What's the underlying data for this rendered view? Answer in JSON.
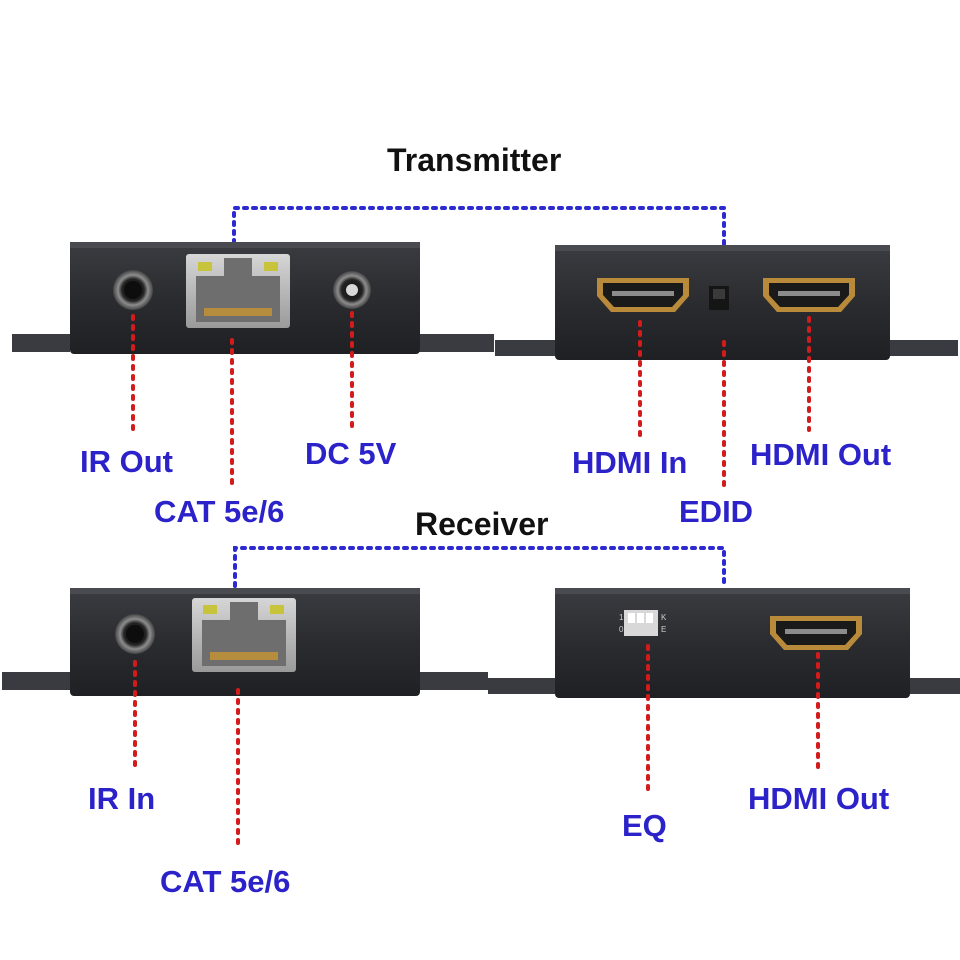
{
  "colors": {
    "label_text": "#2b22c9",
    "heading_text": "#111111",
    "connector_red": "#d31b1b",
    "connector_blue": "#2d2bd0",
    "device_body": "#2c2d31",
    "device_bracket": "#3a3b40",
    "port_gold": "#b98a3a"
  },
  "transmitter": {
    "title": "Transmitter",
    "ports": {
      "ir_out": "IR Out",
      "cat": "CAT 5e/6",
      "dc": "DC 5V",
      "hdmi_in": "HDMI In",
      "hdmi_out": "HDMI Out",
      "edid": "EDID"
    }
  },
  "receiver": {
    "title": "Receiver",
    "ports": {
      "ir_in": "IR In",
      "cat": "CAT 5e/6",
      "eq": "EQ",
      "hdmi_out": "HDMI Out"
    },
    "dip_switch_marks": [
      "1",
      "0",
      "K",
      "E"
    ]
  }
}
